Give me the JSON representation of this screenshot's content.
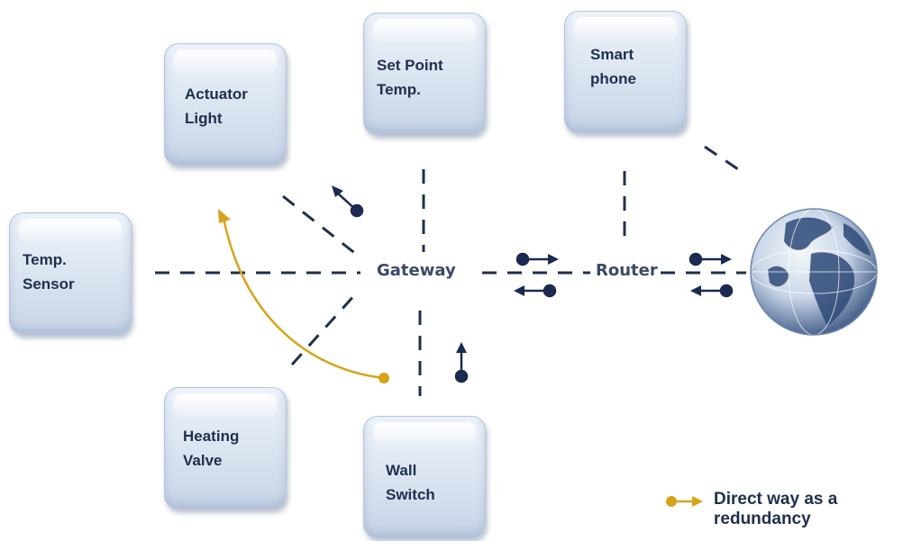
{
  "devices": {
    "actuator_light": "Actuator\nLight",
    "set_point_temp": "Set Point\nTemp.",
    "smart_phone": "Smart\nphone",
    "temp_sensor": "Temp.\nSensor",
    "heating_valve": "Heating\nValve",
    "wall_switch": "Wall\nSwitch"
  },
  "nodes": {
    "gateway": "Gateway",
    "router": "Router"
  },
  "legend": {
    "direct_way": "Direct way as a redundancy"
  },
  "colors": {
    "link": "#1f2f4d",
    "redundancy": "#d8a21a",
    "arrow_dot": "#1a2a50"
  },
  "icons": {
    "internet": "globe-icon"
  }
}
